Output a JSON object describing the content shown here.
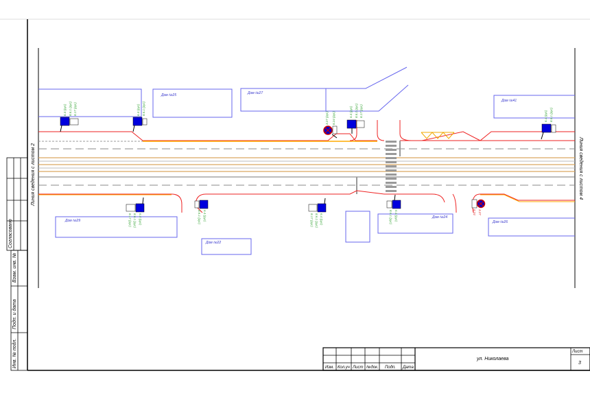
{
  "sheet": {
    "match_line_left": "Линия сведения с листом 2",
    "match_line_right": "Линия сведения с листом 4",
    "stamp": {
      "agreed": "Согласовано",
      "replaced_inv": "Взам. инв. №",
      "sign_date": "Подп. и дата",
      "inv_orig": "Инв. № подл."
    },
    "title_block": {
      "headers": [
        "Изм.",
        "Кол.уч",
        "Лист",
        "№док.",
        "Подп.",
        "Дата"
      ],
      "title": "ул. Николаева",
      "sheet_label": "Лист",
      "sheet_number": "3"
    }
  },
  "houses": {
    "h25": "Дом №25",
    "h27": "Дом №27",
    "h41": "Дом №41",
    "h29": "Дом №29",
    "h22": "Дом №22",
    "h24": "Дом №24",
    "h26": "Дом №26"
  },
  "signs": {
    "s1": [
      "6.4 (рус)",
      "8.6.1 (рус)",
      "8.17 (рус)"
    ],
    "s2": [
      "6.4 (рус)",
      "8.6.1 (рус)"
    ],
    "s3": [
      "3.27 (рус)",
      "8.24 (рус)"
    ],
    "s4": [
      "6.4 (рус)",
      "8.6.1 (рус)",
      "8.17 (рус)"
    ],
    "s5": [
      "6.4 (рус)",
      "8.6.1 (рус)"
    ],
    "b1": [
      "6.4 (рус)",
      "8.6.1 (рус)",
      "8.17 (рус)"
    ],
    "b2": [
      "6.4 (рус)",
      "8.6.1 (рус)"
    ],
    "b3": [
      "6.4 (рус)",
      "8.6.1 (рус)",
      "8.17 (рус)"
    ],
    "b4": [
      "6.4 (рус)",
      "8.6.1 (рус)"
    ],
    "b5": [
      "3.27",
      "8.24"
    ]
  }
}
